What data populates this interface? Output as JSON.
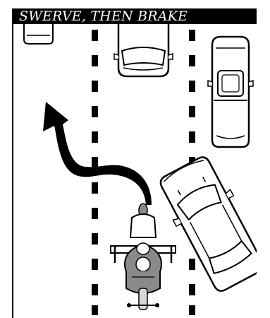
{
  "title": "SWERVE, THEN BRAKE",
  "colors": {
    "ink": "#000000",
    "paper": "#ffffff",
    "gray": "#8a8a8a",
    "light_gray": "#d8d8d8"
  },
  "icons": {
    "arrow": "curved-swerve-arrow",
    "motorcycle": "motorcycle-top-view",
    "car_lane_1": "parked-car-top-view",
    "car_lane_2": "car-top-view",
    "car_lane_3": "pickup-truck-top-view",
    "car_swerving": "swerving-car-top-view"
  }
}
